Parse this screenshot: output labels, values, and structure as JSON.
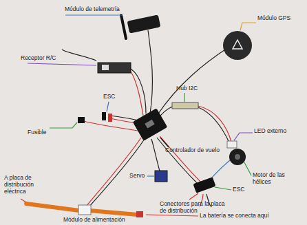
{
  "diagram": {
    "labels": [
      "Módulo de telemetría",
      "Módulo GPS",
      "Receptor R/C",
      "ESC",
      "Fusible",
      "Hub I2C",
      "LED externo",
      "Controlador de vuelo",
      "Servo",
      "Motor de las hélices",
      "ESC",
      "Conectores para la placa de distribución",
      "A placa de distribución eléctrica",
      "La batería se conecta aquí",
      "Módulo de alimentación"
    ]
  }
}
